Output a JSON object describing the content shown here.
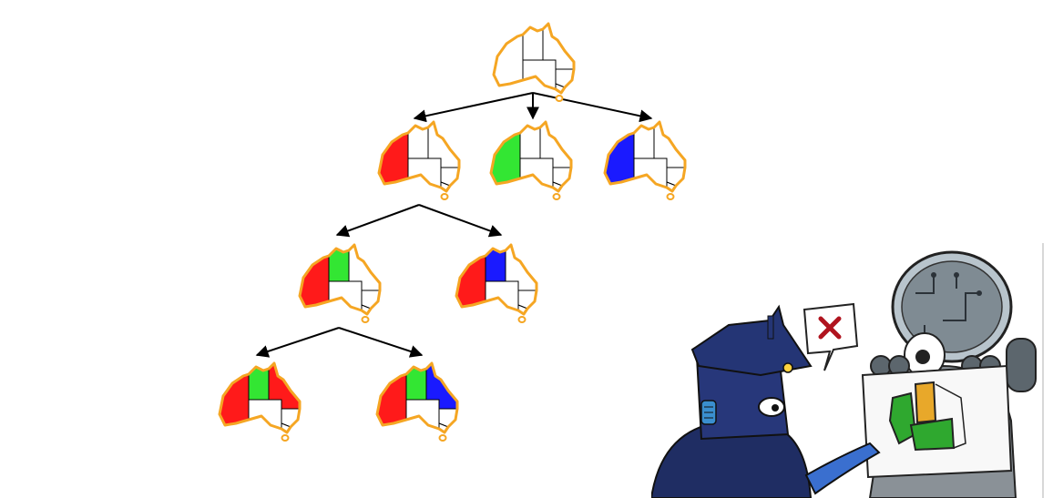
{
  "colors": {
    "outline": "#f5a623",
    "internal_border": "#000000",
    "background": "#ffffff",
    "red": "#ff1a1a",
    "green": "#33e633",
    "blue": "#1a1aff",
    "edge": "#000000"
  },
  "tree": {
    "root": {
      "regions": {
        "WA": null,
        "NT": null,
        "Q": null
      }
    },
    "level1": [
      {
        "regions": {
          "WA": "red",
          "NT": null,
          "Q": null
        }
      },
      {
        "regions": {
          "WA": "green",
          "NT": null,
          "Q": null
        }
      },
      {
        "regions": {
          "WA": "blue",
          "NT": null,
          "Q": null
        }
      }
    ],
    "level2": [
      {
        "regions": {
          "WA": "red",
          "NT": "green",
          "Q": null
        }
      },
      {
        "regions": {
          "WA": "red",
          "NT": "blue",
          "Q": null
        }
      }
    ],
    "level3": [
      {
        "regions": {
          "WA": "red",
          "NT": "green",
          "Q": "red"
        }
      },
      {
        "regions": {
          "WA": "red",
          "NT": "green",
          "Q": "blue"
        }
      }
    ]
  },
  "cartoon": {
    "icons": [
      "robot-guard",
      "robot-scientist",
      "rejection-x-icon"
    ],
    "sign_colors": {
      "left": "#2fa82f",
      "right": "#e8a82a"
    }
  }
}
